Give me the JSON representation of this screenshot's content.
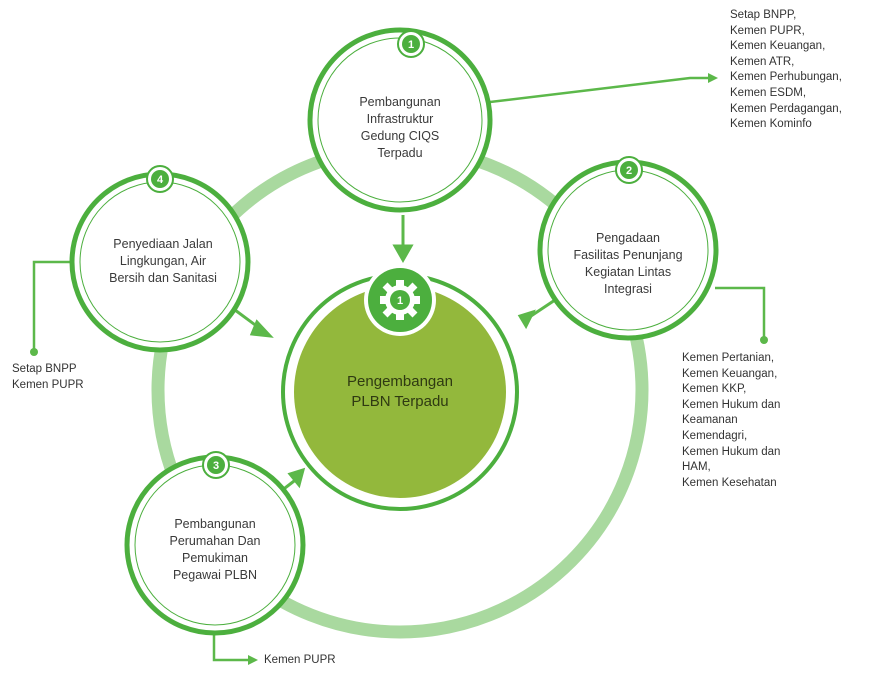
{
  "center": {
    "badge": "1",
    "title_lines": [
      "Pengembangan",
      "PLBN Terpadu"
    ]
  },
  "nodes": [
    {
      "id": "1",
      "badge": "1",
      "lines": [
        "Pembangunan",
        "Infrastruktur",
        "Gedung CIQS",
        "Terpadu"
      ],
      "agencies": [
        "Setap BNPP,",
        "Kemen PUPR,",
        "Kemen Keuangan,",
        "Kemen ATR,",
        "Kemen Perhubungan,",
        "Kemen ESDM,",
        "Kemen Perdagangan,",
        "Kemen Kominfo"
      ]
    },
    {
      "id": "2",
      "badge": "2",
      "lines": [
        "Pengadaan",
        "Fasilitas Penunjang",
        "Kegiatan Lintas",
        "Integrasi"
      ],
      "agencies": [
        "Kemen Pertanian,",
        "Kemen Keuangan,",
        "Kemen KKP,",
        "Kemen Hukum dan",
        "Keamanan",
        "Kemendagri,",
        "Kemen Hukum dan",
        "HAM,",
        "Kemen Kesehatan"
      ]
    },
    {
      "id": "3",
      "badge": "3",
      "lines": [
        "Pembangunan",
        "Perumahan Dan",
        "Pemukiman",
        "Pegawai PLBN"
      ],
      "agencies": [
        "Kemen PUPR"
      ]
    },
    {
      "id": "4",
      "badge": "4",
      "lines": [
        "Penyediaan Jalan",
        "Lingkungan, Air",
        "Bersih dan Sanitasi"
      ],
      "agencies": [
        "Setap BNPP",
        "Kemen PUPR"
      ]
    }
  ],
  "colors": {
    "primary_green": "#4caf3e",
    "ring_green": "#a5d89a",
    "center_fill": "#93b83c",
    "line_green": "#5cb84a"
  }
}
